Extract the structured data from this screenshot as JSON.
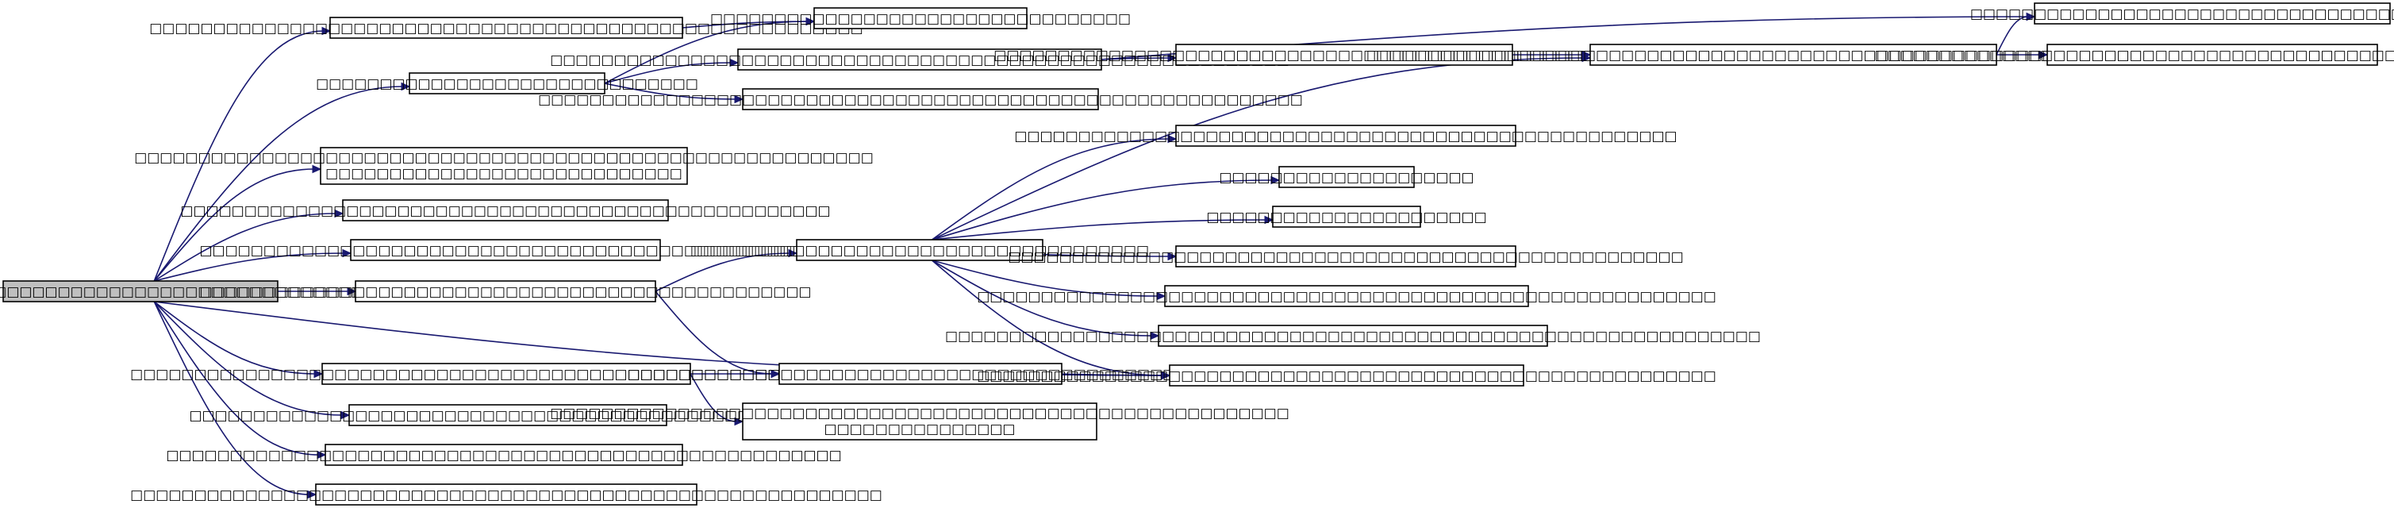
{
  "colors": {
    "edge": "#191970",
    "node_border": "#000000",
    "root_fill": "#bfbfbf",
    "node_fill": "#ffffff"
  },
  "nodes": [
    {
      "id": "n0",
      "label": "□□□□□□□□□□□□□□□□□□□□□□□□□□□□□□□□□□□□□□□□□",
      "root": true
    },
    {
      "id": "n1",
      "label": "□□□□□□□□□□□□□□□□□□□□□□□□□□□□□□□□□□□□□□□□□□□□□□□□□□□□□□□□"
    },
    {
      "id": "n2",
      "label": "□□□□□□□□□□□□□□□□□□□□□□□□□□□□□□"
    },
    {
      "id": "n3",
      "label": "□□□□□□□□□□□□□□□□□□□□□□□□□□□□□□□□□□□□□□□□□□□□□□□□□□□□□□□□□□",
      "label2": "□□□□□□□□□□□□□□□□□□□□□□□□□□□□"
    },
    {
      "id": "n4",
      "label": "□□□□□□□□□□□□□□□□□□□□□□□□□□□□□□□□□□□□□□□□□□□□□□□□□□□"
    },
    {
      "id": "n5",
      "label": "□□□□□□□□□□□□□□□□□□□□□□□□□□□□□□□□□□□□□□□□□□□□□□□□"
    },
    {
      "id": "n6",
      "label": "□□□□□□□□□□□□□□□□□□□□□□□□□□□□□□□□□□□□□□□□□□□□□□□□"
    },
    {
      "id": "n7",
      "label": "□□□□□□□□□□□□□□□□□□□□□□□□□□□□□□□□□□□□□□□□□□□□□□□□□□□□□□□□□□"
    },
    {
      "id": "n8",
      "label": "□□□□□□□□□□□□□□□□□□□□□□□□□□□□□□□□□□□□□□□□□□□□□□□□□□"
    },
    {
      "id": "n9",
      "label": "□□□□□□□□□□□□□□□□□□□□□□□□□□□□□□□□□□□□□□□□□□□□□□□□□□□□□"
    },
    {
      "id": "n10",
      "label": "□□□□□□□□□□□□□□□□□□□□□□□□□□□□□□□□□□□□□□□□□□□□□□□□□□□□□□□□□□□"
    },
    {
      "id": "n11",
      "label": "□□□□□□□□□□□□□□□□□□□□□□□□□□□□□□□□□"
    },
    {
      "id": "n12",
      "label": "□□□□□□□□□□□□□□□□□□□□□□□□□□□□□□□□□□□□□□□□□□□□□□□□□□□□□□□□□□□"
    },
    {
      "id": "n13",
      "label": "□□□□□□□□□□□□□□□□□□□□□□□□□□□□□□□□□□□□□□□□□□□□□□□□□□□□□□□□□□□□"
    },
    {
      "id": "n14",
      "label": "□□□□□□□□□□□□□□□□□□□□□□□□□□□□□□□□□□□□□□"
    },
    {
      "id": "n15",
      "label": "□□□□□□□□□□□□□□□□□□□□□□□□□□□□□□□□□□□□"
    },
    {
      "id": "n16",
      "label": "□□□□□□□□□□□□□□□□□□□□□□□□□□□□□□□□□□□□□□□□□□□□□□"
    },
    {
      "id": "n17",
      "label": "□□□□□□□□□□□□□□□□□□□□□□□□□□□□□□□□□□□□□□□□□□□□□□□□□□□□□□□□□□",
      "label2": "□□□□□□□□□□□□□□□"
    },
    {
      "id": "n18",
      "label": "□□□□□□□□□□□□□□□□□□□□□□□□□□□□□□□□□□□□□□□□□□□□□□□□□□□□□□□"
    },
    {
      "id": "n19",
      "label": "□□□□□□□□□□□□□□□□□□□□□□□□□□□□□□□□□□□□□□□□□□□□□□□□□□□□□□□□□□□□□□□□□□□"
    },
    {
      "id": "n20",
      "label": "□□□□□□□□□□□□□□□□□□□□□□□□□□□□□□□□□□□□□□□□□□□□□□□□□□□□□"
    },
    {
      "id": "n21",
      "label": "□□□□□□□□□□□□□□□□□□□□□□□□□□□□□□□□□□□□□□□□□□□□□□□□□□□□"
    },
    {
      "id": "n22",
      "label": "□□□□□□□□□□□□□□□□□□□□"
    },
    {
      "id": "n23",
      "label": "□□□□□□□□□□□□□□□□□□□□□□"
    },
    {
      "id": "n24",
      "label": "□□□□□□□□□□□□□□□□□□□□□□□□□□□□□□□□□□□□□□□□□□□□□□□□□□□□□"
    },
    {
      "id": "n25",
      "label": "□□□□□□□□□□□□□□□□□□□□□□□□□□□□□□□□□□□□□□□□□□□□□□□□□□□□□□□□□□"
    },
    {
      "id": "n26",
      "label": "□□□□□□□□□□□□□□□□□□□□□□□□□□□□□□□□□□□□□□□□□□□□□□□□□□□□□□□□□□□□□□□□"
    },
    {
      "id": "n27",
      "label": "□□□□□□□□□□□□□□□□□□□□□□□□□□□□□□□□□□□□□□□□□□□□□□□□□□□□□□□□□□"
    }
  ],
  "edges": [
    [
      "n0",
      "n1"
    ],
    [
      "n0",
      "n2"
    ],
    [
      "n0",
      "n3"
    ],
    [
      "n0",
      "n4"
    ],
    [
      "n0",
      "n5"
    ],
    [
      "n0",
      "n6"
    ],
    [
      "n0",
      "n27"
    ],
    [
      "n0",
      "n12"
    ],
    [
      "n0",
      "n8"
    ],
    [
      "n0",
      "n9"
    ],
    [
      "n0",
      "n10"
    ],
    [
      "n1",
      "n11"
    ],
    [
      "n2",
      "n11"
    ],
    [
      "n2",
      "n7"
    ],
    [
      "n2",
      "n13"
    ],
    [
      "n7",
      "n18"
    ],
    [
      "n7",
      "n14"
    ],
    [
      "n18",
      "n19"
    ],
    [
      "n19",
      "n14"
    ],
    [
      "n19",
      "n20"
    ],
    [
      "n6",
      "n15"
    ],
    [
      "n6",
      "n16"
    ],
    [
      "n15",
      "n19"
    ],
    [
      "n15",
      "n21"
    ],
    [
      "n15",
      "n22"
    ],
    [
      "n15",
      "n23"
    ],
    [
      "n15",
      "n24"
    ],
    [
      "n15",
      "n25"
    ],
    [
      "n15",
      "n26"
    ],
    [
      "n15",
      "n27"
    ],
    [
      "n16",
      "n27"
    ],
    [
      "n12",
      "n16"
    ],
    [
      "n12",
      "n17"
    ]
  ]
}
